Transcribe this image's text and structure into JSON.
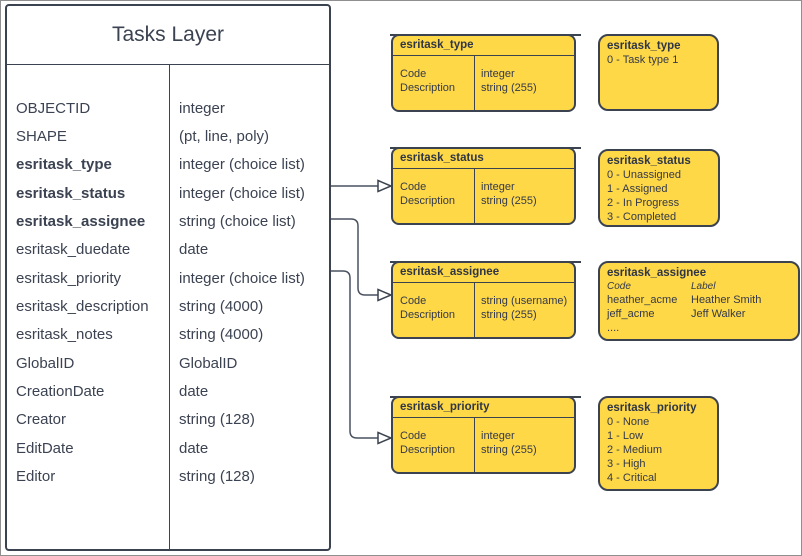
{
  "colors": {
    "yellow_fill": "#ffd847",
    "stroke": "#3c4350",
    "text": "#3b4251"
  },
  "table": {
    "title": "Tasks Layer",
    "fields": [
      {
        "name": "OBJECTID",
        "type": "integer"
      },
      {
        "name": "SHAPE",
        "type": "(pt, line, poly)"
      },
      {
        "name": "esritask_type",
        "type": "integer (choice list)"
      },
      {
        "name": "esritask_status",
        "type": "integer (choice list)"
      },
      {
        "name": "esritask_assignee",
        "type": "string (choice list)"
      },
      {
        "name": "esritask_duedate",
        "type": "date"
      },
      {
        "name": "esritask_priority",
        "type": "integer (choice list)"
      },
      {
        "name": "esritask_description",
        "type": "string (4000)"
      },
      {
        "name": "esritask_notes",
        "type": "string (4000)"
      },
      {
        "name": "GlobalID",
        "type": "GlobalID"
      },
      {
        "name": "CreationDate",
        "type": "date"
      },
      {
        "name": "Creator",
        "type": "string (128)"
      },
      {
        "name": "EditDate",
        "type": "date"
      },
      {
        "name": "Editor",
        "type": "string (128)"
      }
    ]
  },
  "domain_tables": [
    {
      "title": "esritask_type",
      "rows": [
        [
          "Code",
          "integer"
        ],
        [
          "Description",
          "string (255)"
        ]
      ]
    },
    {
      "title": "esritask_status",
      "rows": [
        [
          "Code",
          "integer"
        ],
        [
          "Description",
          "string (255)"
        ]
      ]
    },
    {
      "title": "esritask_assignee",
      "rows": [
        [
          "Code",
          "string (username)"
        ],
        [
          "Description",
          "string (255)"
        ]
      ]
    },
    {
      "title": "esritask_priority",
      "rows": [
        [
          "Code",
          "integer"
        ],
        [
          "Description",
          "string (255)"
        ]
      ]
    }
  ],
  "legends": [
    {
      "title": "esritask_type",
      "values": [
        "0 - Task type 1"
      ]
    },
    {
      "title": "esritask_status",
      "values": [
        "0 - Unassigned",
        "1 - Assigned",
        "2 - In Progress",
        "3 - Completed"
      ]
    },
    {
      "title": "esritask_assignee",
      "columns": [
        "Code",
        "Label"
      ],
      "rows": [
        [
          "heather_acme",
          "Heather Smith"
        ],
        [
          "jeff_acme",
          "Jeff Walker"
        ]
      ],
      "ellipsis": "...."
    },
    {
      "title": "esritask_priority",
      "values": [
        "0 - None",
        "1 - Low",
        "2 - Medium",
        "3 - High",
        "4 - Critical"
      ]
    }
  ]
}
